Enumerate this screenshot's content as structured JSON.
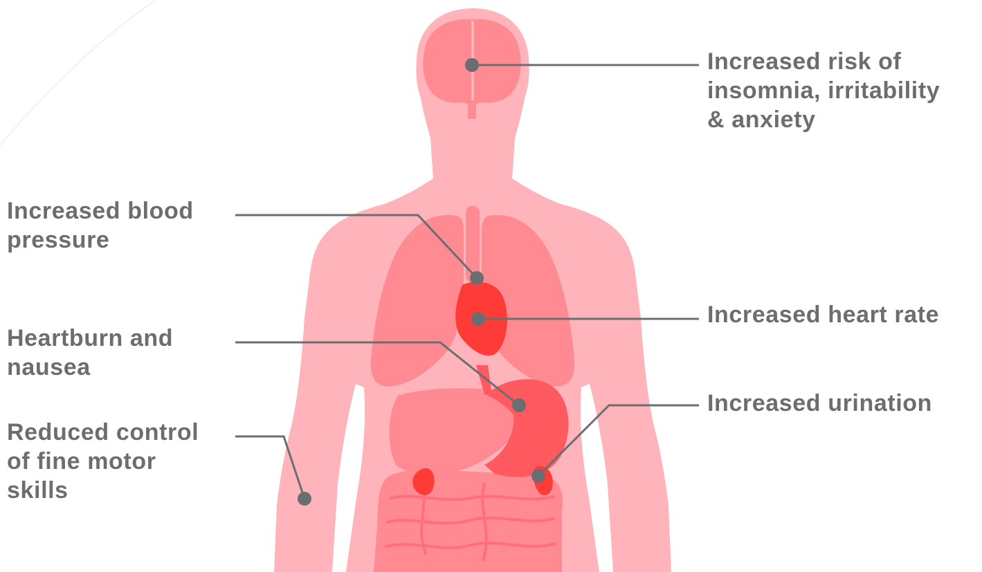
{
  "labels": {
    "brain": [
      "Increased risk of",
      "insomnia, irritability",
      "& anxiety"
    ],
    "blood_pressure": [
      "Increased blood",
      "pressure"
    ],
    "heart_rate": [
      "Increased heart rate"
    ],
    "heartburn": [
      "Heartburn and",
      "nausea"
    ],
    "urination": [
      "Increased urination"
    ],
    "motor": [
      "Reduced control",
      "of fine motor",
      "skills"
    ]
  },
  "colors": {
    "body": "#ffb3ba",
    "organ_light": "#ff8a92",
    "organ_mid": "#ff5a5f",
    "organ_dark": "#ff3b38",
    "text": "#6b6e70",
    "pointer": "#6b6e70"
  }
}
